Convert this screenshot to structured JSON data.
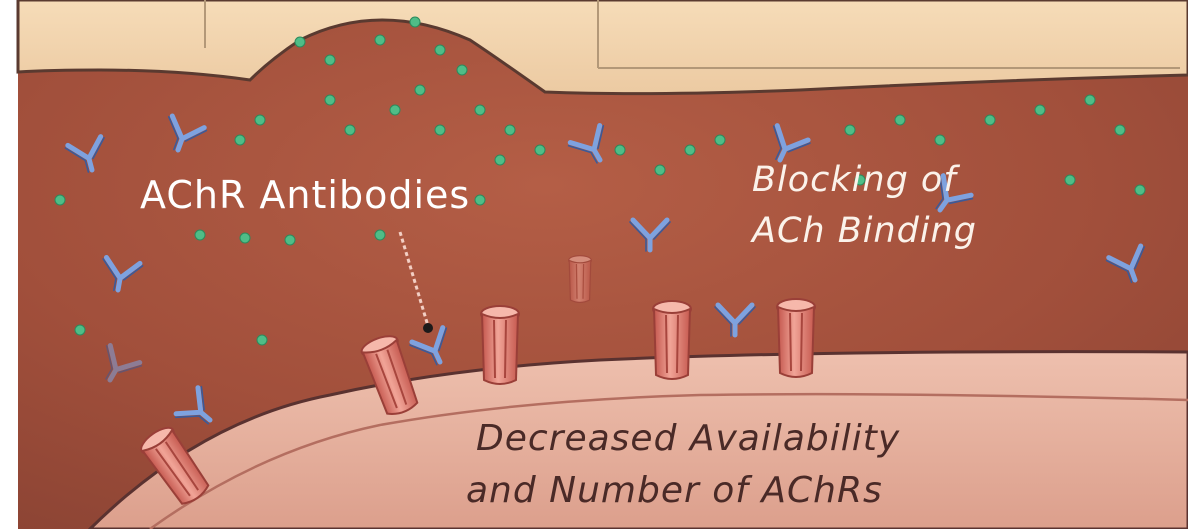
{
  "labels": {
    "antibodies": "AChR Antibodies",
    "blocking_line1": "Blocking of",
    "blocking_line2": "ACh Binding",
    "decreased_line1": "Decreased Availability",
    "decreased_line2": "and Number of AChRs"
  },
  "colors": {
    "nerve_terminal": "#f1d3ad",
    "synaptic_cleft": "#a5503c",
    "muscle_membrane": "#e8b3a3",
    "antibody": "#7fa3df",
    "acetylcholine": "#52c089",
    "receptor": "#e07e72"
  },
  "icons": [
    "antibody-icon",
    "acetylcholine-molecule-icon",
    "achr-receptor-icon"
  ]
}
